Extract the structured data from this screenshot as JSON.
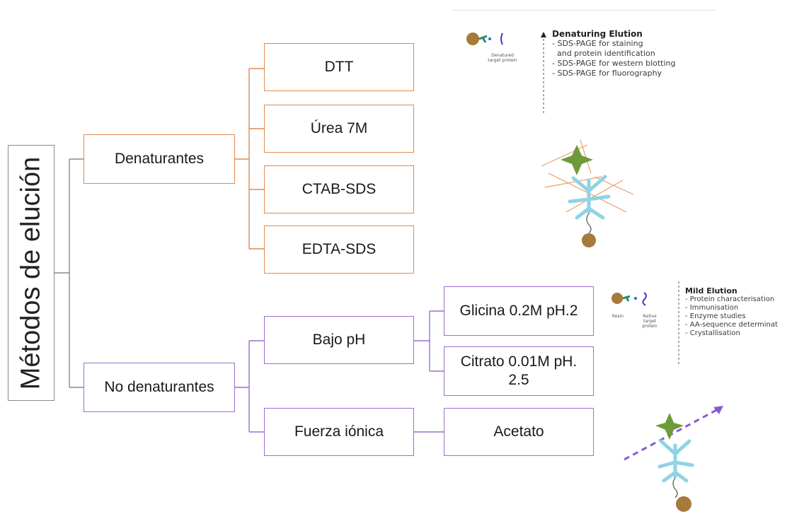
{
  "root": {
    "label": "Métodos de elución"
  },
  "branches": {
    "denaturing": {
      "label": "Denaturantes"
    },
    "non_denaturing": {
      "label": "No denaturantes"
    }
  },
  "denaturing_methods": [
    "DTT",
    "Úrea 7M",
    "CTAB-SDS",
    "EDTA-SDS"
  ],
  "non_denaturing": {
    "low_ph": {
      "label": "Bajo pH",
      "methods": [
        "Glicina 0.2M pH.2",
        "Citrato 0.01M pH.\n2.5"
      ]
    },
    "ionic_strength": {
      "label": "Fuerza iónica",
      "methods": [
        "Acetato"
      ]
    }
  },
  "denaturing_panel": {
    "title": "Denaturing Elution",
    "caption": "Denatured\ntarget protein",
    "items": [
      "- SDS-PAGE for staining",
      "  and protein identification",
      "- SDS-PAGE for western blotting",
      "- SDS-PAGE for fluorography"
    ]
  },
  "mild_panel": {
    "title": "Mild Elution",
    "caption_resin": "Resin",
    "caption_protein": "Native\ntarget\nprotein",
    "items": [
      "- Protein characterisation",
      "- Immunisation",
      "- Enzyme studies",
      "- AA-sequence determinat",
      "- Crystallisation"
    ]
  },
  "colors": {
    "denaturing": "#e08a52",
    "non_denaturing": "#9a6fd0",
    "connector": "#8a8a8a",
    "bead": "#a57a3a",
    "star": "#6f9a3a",
    "antibody": "#8fd3e6",
    "arrow": "#e8a070"
  }
}
